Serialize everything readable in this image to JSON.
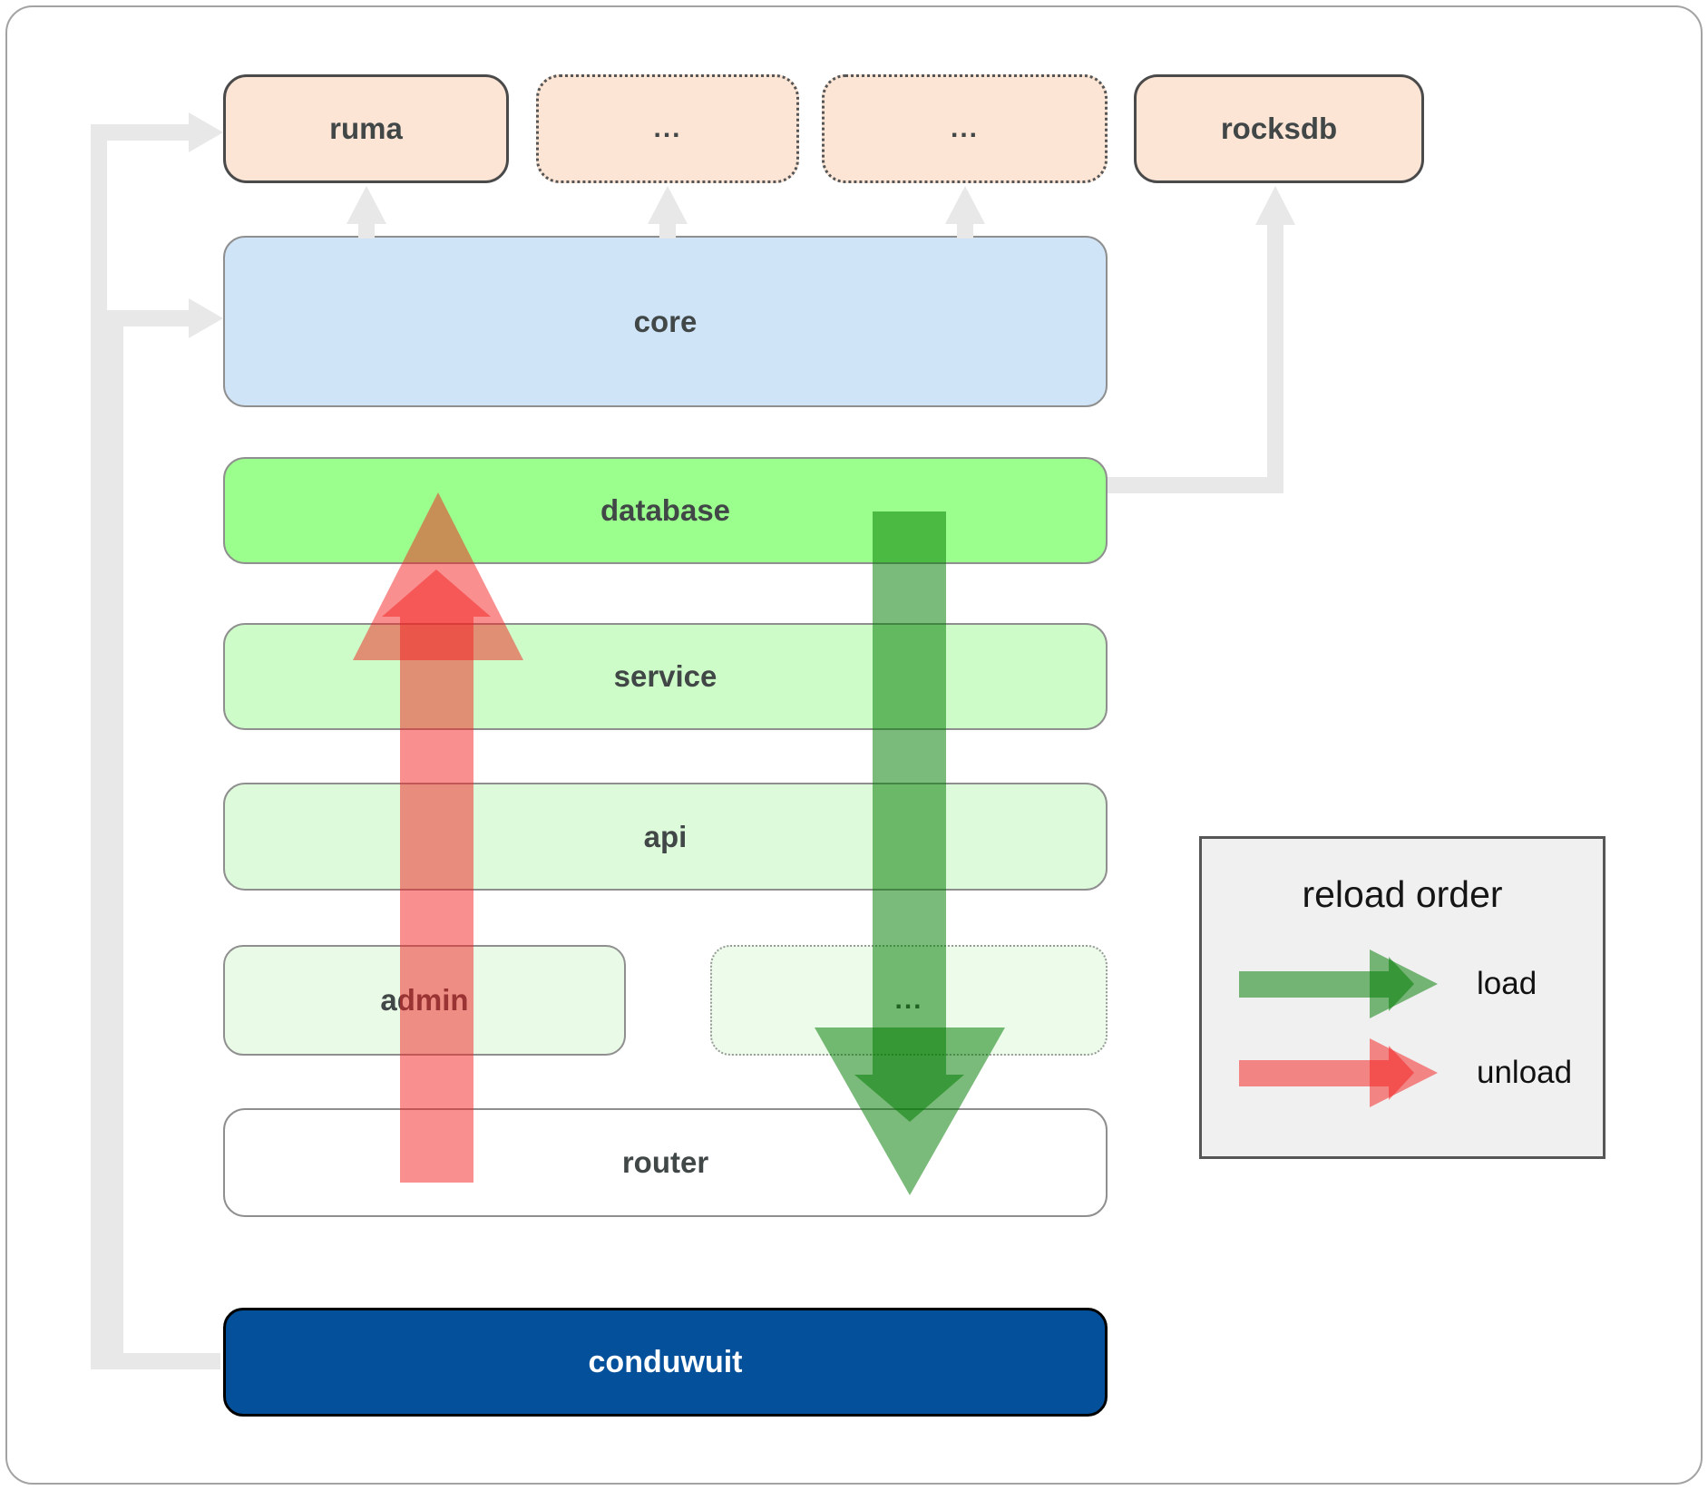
{
  "diagram": {
    "top_row": [
      {
        "label": "ruma",
        "border": "solid"
      },
      {
        "label": "...",
        "border": "dotted"
      },
      {
        "label": "...",
        "border": "dotted"
      },
      {
        "label": "rocksdb",
        "border": "solid"
      }
    ],
    "core_label": "core",
    "database_label": "database",
    "service_label": "service",
    "api_label": "api",
    "admin_label": "admin",
    "admin_dots_label": "...",
    "router_label": "router",
    "app_label": "conduwuit",
    "legend": {
      "title": "reload order",
      "load_label": "load",
      "unload_label": "unload"
    },
    "colors": {
      "load_arrow_green": "#007a00",
      "unload_arrow_red": "#f42020",
      "database_fill": "#9bff8d",
      "core_fill": "#d0e4f8",
      "dependency_fill": "#fce5d5",
      "service_fill": "#cdfcc8",
      "api_fill": "#ddfbda",
      "admin_fill": "#e9fae7",
      "app_fill": "#04509b",
      "connector_gray": "#e8e8e8",
      "legend_bg": "#f0f0f0"
    }
  }
}
